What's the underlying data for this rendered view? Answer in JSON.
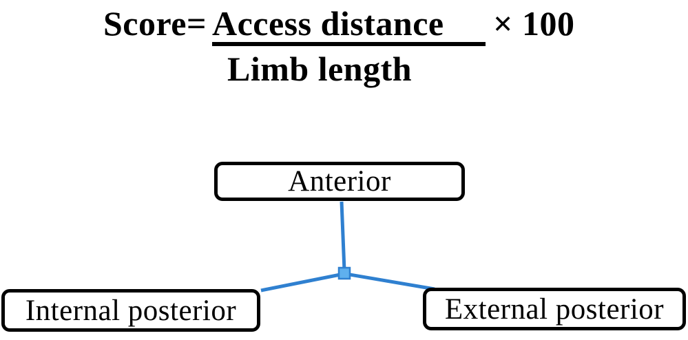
{
  "formula": {
    "lhs": "Score=",
    "numerator": "Access distance",
    "denominator": "Limb length",
    "multiplier": "× 100"
  },
  "diagram": {
    "nodes": [
      {
        "id": "anterior",
        "label": "Anterior"
      },
      {
        "id": "internal-posterior",
        "label": "Internal posterior"
      },
      {
        "id": "external-posterior",
        "label": "External posterior"
      }
    ],
    "junction": "central-square-connector"
  },
  "colors": {
    "line_blue": "#2f80d0",
    "node_fill": "#5fb0ee",
    "box_border": "#000000",
    "text_color": "#000000",
    "bg": "#ffffff"
  }
}
